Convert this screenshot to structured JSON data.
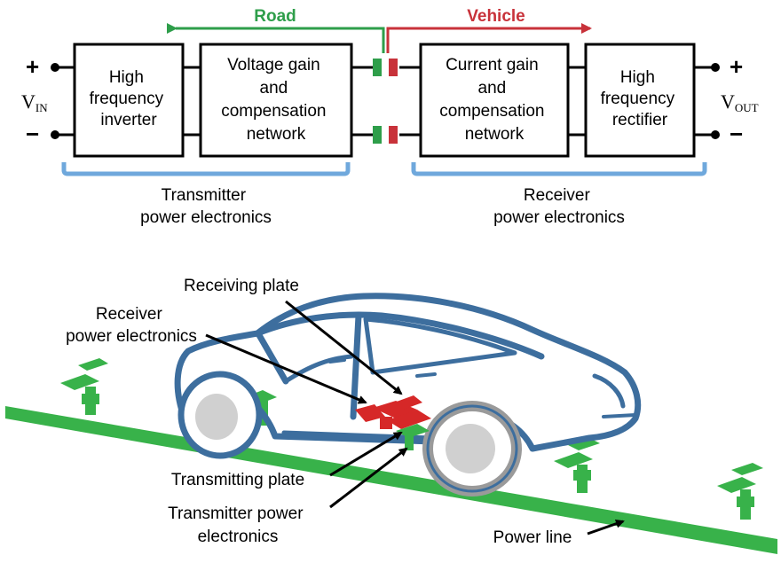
{
  "colors": {
    "road": "#2e9e4a",
    "vehicle": "#c8323a",
    "bracket": "#6fa8dc",
    "car_outline": "#3d6e9e",
    "power_line": "#38b24a",
    "plate_red": "#d62828",
    "tire_gray": "#9a9a9a"
  },
  "header": {
    "road": "Road",
    "vehicle": "Vehicle"
  },
  "terminals": {
    "plus": "+",
    "minus": "−",
    "vin_main": "V",
    "vin_sub": "IN",
    "vout_main": "V",
    "vout_sub": "OUT"
  },
  "blocks": [
    {
      "lines": [
        "High",
        "frequency",
        "inverter"
      ]
    },
    {
      "lines": [
        "Voltage gain",
        "and",
        "compensation",
        "network"
      ]
    },
    {
      "lines": [
        "Current gain",
        "and",
        "compensation",
        "network"
      ]
    },
    {
      "lines": [
        "High",
        "frequency",
        "rectifier"
      ]
    }
  ],
  "groups": {
    "transmitter": [
      "Transmitter",
      "power electronics"
    ],
    "receiver": [
      "Receiver",
      "power electronics"
    ]
  },
  "callouts": {
    "receiving_plate": "Receiving plate",
    "receiver_pe": [
      "Receiver",
      "power electronics"
    ],
    "transmitting_plate": "Transmitting plate",
    "transmitter_pe": [
      "Transmitter power",
      "electronics"
    ],
    "power_line": "Power line"
  }
}
